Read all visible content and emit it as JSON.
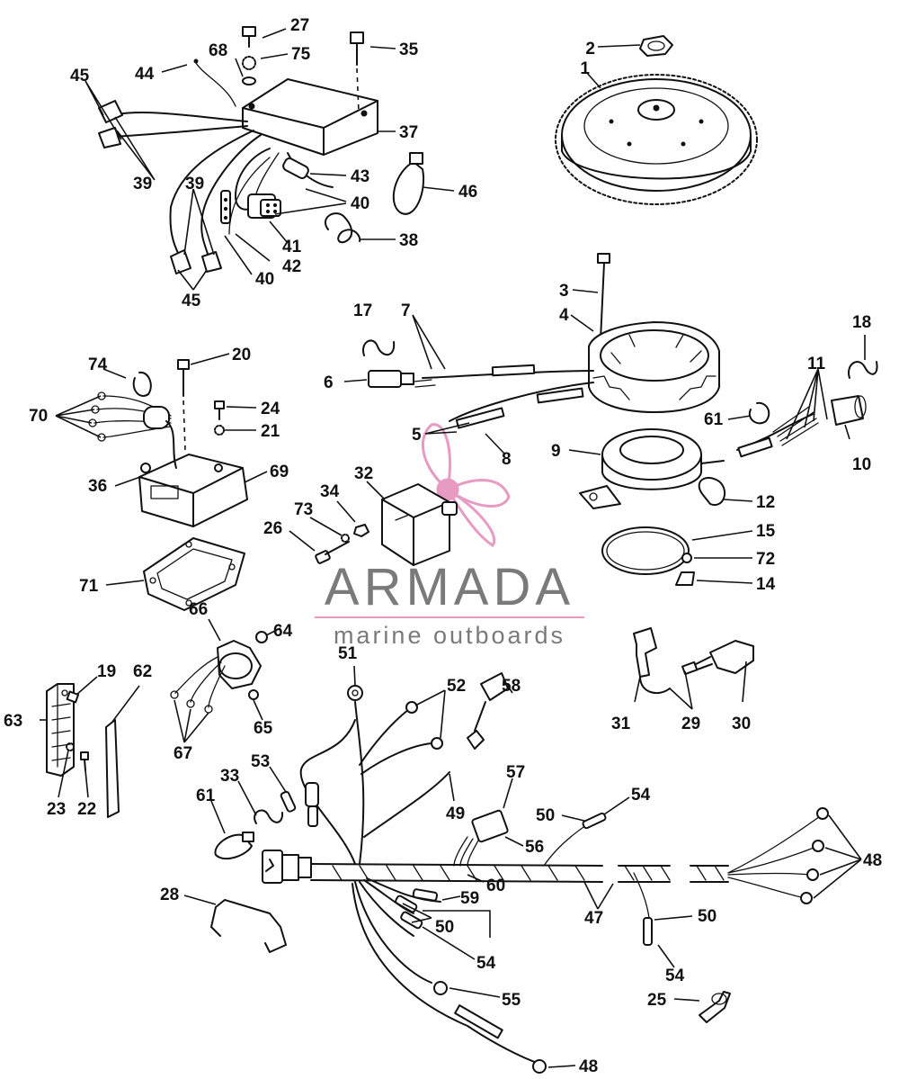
{
  "watermark": {
    "title": "ARMADA",
    "subtitle": "marine outboards",
    "text_color": "#7a7a7a",
    "accent_color": "#e79ac2"
  },
  "callouts": [
    {
      "id": "c1",
      "label": "1"
    },
    {
      "id": "c2",
      "label": "2"
    },
    {
      "id": "c3",
      "label": "3"
    },
    {
      "id": "c4",
      "label": "4"
    },
    {
      "id": "c5",
      "label": "5"
    },
    {
      "id": "c6",
      "label": "6"
    },
    {
      "id": "c7",
      "label": "7"
    },
    {
      "id": "c8",
      "label": "8"
    },
    {
      "id": "c9",
      "label": "9"
    },
    {
      "id": "c10",
      "label": "10"
    },
    {
      "id": "c11",
      "label": "11"
    },
    {
      "id": "c12",
      "label": "12"
    },
    {
      "id": "c14",
      "label": "14"
    },
    {
      "id": "c15",
      "label": "15"
    },
    {
      "id": "c17",
      "label": "17"
    },
    {
      "id": "c18",
      "label": "18"
    },
    {
      "id": "c19",
      "label": "19"
    },
    {
      "id": "c20",
      "label": "20"
    },
    {
      "id": "c21",
      "label": "21"
    },
    {
      "id": "c22",
      "label": "22"
    },
    {
      "id": "c23",
      "label": "23"
    },
    {
      "id": "c24",
      "label": "24"
    },
    {
      "id": "c25",
      "label": "25"
    },
    {
      "id": "c26",
      "label": "26"
    },
    {
      "id": "c27",
      "label": "27"
    },
    {
      "id": "c28",
      "label": "28"
    },
    {
      "id": "c29",
      "label": "29"
    },
    {
      "id": "c30",
      "label": "30"
    },
    {
      "id": "c31",
      "label": "31"
    },
    {
      "id": "c32",
      "label": "32"
    },
    {
      "id": "c33",
      "label": "33"
    },
    {
      "id": "c34",
      "label": "34"
    },
    {
      "id": "c35",
      "label": "35"
    },
    {
      "id": "c36",
      "label": "36"
    },
    {
      "id": "c37",
      "label": "37"
    },
    {
      "id": "c38",
      "label": "38"
    },
    {
      "id": "c39a",
      "label": "39"
    },
    {
      "id": "c39b",
      "label": "39"
    },
    {
      "id": "c40a",
      "label": "40"
    },
    {
      "id": "c40b",
      "label": "40"
    },
    {
      "id": "c41",
      "label": "41"
    },
    {
      "id": "c42",
      "label": "42"
    },
    {
      "id": "c43",
      "label": "43"
    },
    {
      "id": "c44",
      "label": "44"
    },
    {
      "id": "c45a",
      "label": "45"
    },
    {
      "id": "c45b",
      "label": "45"
    },
    {
      "id": "c46",
      "label": "46"
    },
    {
      "id": "c47",
      "label": "47"
    },
    {
      "id": "c48a",
      "label": "48"
    },
    {
      "id": "c48b",
      "label": "48"
    },
    {
      "id": "c49",
      "label": "49"
    },
    {
      "id": "c50a",
      "label": "50"
    },
    {
      "id": "c50b",
      "label": "50"
    },
    {
      "id": "c50c",
      "label": "50"
    },
    {
      "id": "c51",
      "label": "51"
    },
    {
      "id": "c52",
      "label": "52"
    },
    {
      "id": "c53",
      "label": "53"
    },
    {
      "id": "c54a",
      "label": "54"
    },
    {
      "id": "c54b",
      "label": "54"
    },
    {
      "id": "c54c",
      "label": "54"
    },
    {
      "id": "c55",
      "label": "55"
    },
    {
      "id": "c56",
      "label": "56"
    },
    {
      "id": "c57",
      "label": "57"
    },
    {
      "id": "c58",
      "label": "58"
    },
    {
      "id": "c59",
      "label": "59"
    },
    {
      "id": "c60",
      "label": "60"
    },
    {
      "id": "c61a",
      "label": "61"
    },
    {
      "id": "c61b",
      "label": "61"
    },
    {
      "id": "c62",
      "label": "62"
    },
    {
      "id": "c63",
      "label": "63"
    },
    {
      "id": "c64",
      "label": "64"
    },
    {
      "id": "c65",
      "label": "65"
    },
    {
      "id": "c66",
      "label": "66"
    },
    {
      "id": "c67",
      "label": "67"
    },
    {
      "id": "c68",
      "label": "68"
    },
    {
      "id": "c69",
      "label": "69"
    },
    {
      "id": "c70",
      "label": "70"
    },
    {
      "id": "c71",
      "label": "71"
    },
    {
      "id": "c72",
      "label": "72"
    },
    {
      "id": "c73",
      "label": "73"
    },
    {
      "id": "c74",
      "label": "74"
    },
    {
      "id": "c75",
      "label": "75"
    }
  ]
}
